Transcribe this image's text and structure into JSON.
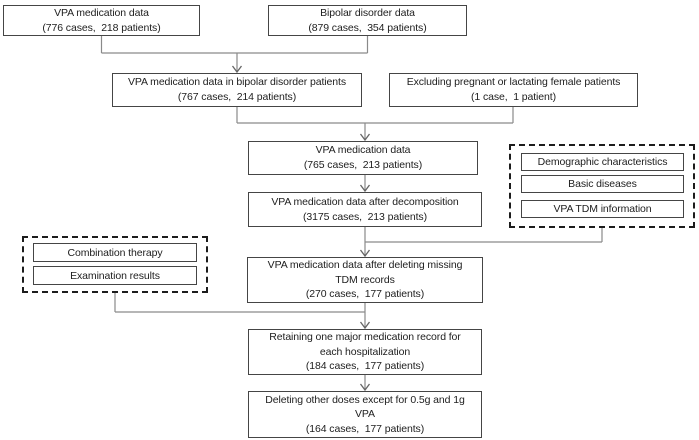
{
  "nodes": {
    "vpa_top": {
      "lines": [
        "VPA medication data",
        "(776 cases,  218 patients)"
      ]
    },
    "bipolar": {
      "lines": [
        "Bipolar disorder data",
        "(879 cases,  354 patients)"
      ]
    },
    "vpa_in_bipolar": {
      "lines": [
        "VPA medication data in bipolar disorder patients",
        "(767 cases,  214 patients)"
      ]
    },
    "excluding": {
      "lines": [
        "Excluding pregnant or lactating female patients",
        "(1 case,  1 patient)"
      ]
    },
    "vpa_765": {
      "lines": [
        "VPA medication data",
        "(765 cases,  213 patients)"
      ]
    },
    "decomposition": {
      "lines": [
        "VPA medication data after decomposition",
        "(3175 cases,  213 patients)"
      ]
    },
    "deleting_missing": {
      "lines": [
        "VPA medication data after deleting missing",
        "TDM records",
        "(270 cases,  177 patients)"
      ]
    },
    "retaining": {
      "lines": [
        "Retaining one major medication record for",
        "each hospitalization",
        "(184 cases,  177 patients)"
      ]
    },
    "deleting_doses": {
      "lines": [
        "Deleting other doses except for 0.5g and 1g",
        "VPA",
        "(164 cases,  177 patients)"
      ]
    },
    "combination": {
      "label": "Combination therapy"
    },
    "examination": {
      "label": "Examination results"
    },
    "demographic": {
      "label": "Demographic characteristics"
    },
    "basic_diseases": {
      "label": "Basic diseases"
    },
    "vpa_tdm": {
      "label": "VPA TDM information"
    }
  },
  "colors": {
    "box_border": "#454545",
    "dashed_border": "#1c1c1c",
    "connector_line": "#7f7f7f",
    "arrowhead": "#666666",
    "text": "#212121",
    "background": "#ffffff"
  }
}
